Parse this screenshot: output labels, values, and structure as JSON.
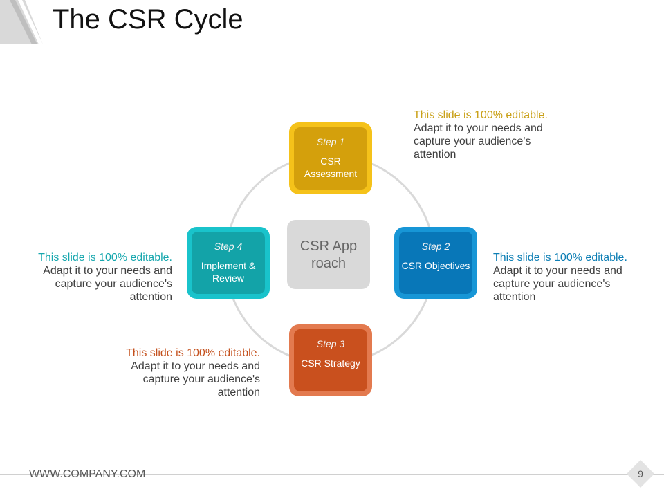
{
  "title": "The CSR Cycle",
  "center": {
    "text": "CSR Approach"
  },
  "steps": [
    {
      "label": "Step 1",
      "name": "CSR Assessment"
    },
    {
      "label": "Step 2",
      "name": "CSR Objectives"
    },
    {
      "label": "Step 3",
      "name": "CSR Strategy"
    },
    {
      "label": "Step 4",
      "name": "Implement & Review"
    }
  ],
  "notes": [
    {
      "highlight": "This slide is 100% editable.",
      "body": "Adapt it to your needs and capture your audience's attention"
    },
    {
      "highlight": "This slide is 100% editable.",
      "body": "Adapt it to your needs and capture your audience's attention"
    },
    {
      "highlight": "This slide is 100% editable.",
      "body": "Adapt it to your needs and capture your audience's attention"
    },
    {
      "highlight": "This slide is 100% editable.",
      "body": "Adapt it to your needs and capture your audience's attention"
    }
  ],
  "footer": {
    "url": "WWW.COMPANY.COM",
    "page": "9"
  },
  "colors": {
    "step1": "#d4a00c",
    "step2": "#0877b8",
    "step3": "#c9501e",
    "step4": "#13a3a8",
    "center": "#d9d9d9"
  }
}
